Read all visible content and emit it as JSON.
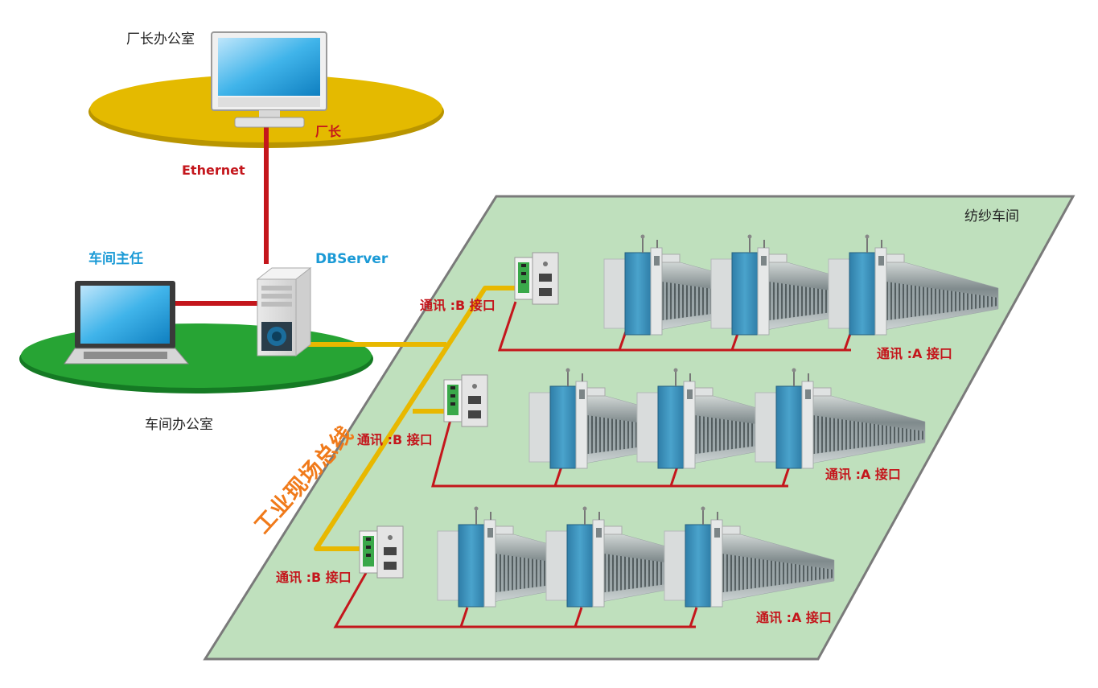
{
  "labels": {
    "director_office": "厂长办公室",
    "director": "厂长",
    "ethernet": "Ethernet",
    "supervisor": "车间主任",
    "dbserver": "DBServer",
    "workshop_office": "车间办公室",
    "spinning_workshop": "纺纱车间",
    "fieldbus": "工业现场总线",
    "port_b": "通讯 :B 接口",
    "port_a": "通讯 :A 接口"
  },
  "colors": {
    "ethernet_line": "#c4161c",
    "fieldbus_line": "#e8b800",
    "director_platform": "#e4ba00",
    "office_platform": "#27a434",
    "workshop_floor": "#bfe0bd",
    "machine_blue": "#3d8fb9"
  },
  "icons": [
    "desktop-computer-icon",
    "laptop-icon",
    "server-tower-icon",
    "plc-controller-icon",
    "spinning-machine-icon"
  ]
}
